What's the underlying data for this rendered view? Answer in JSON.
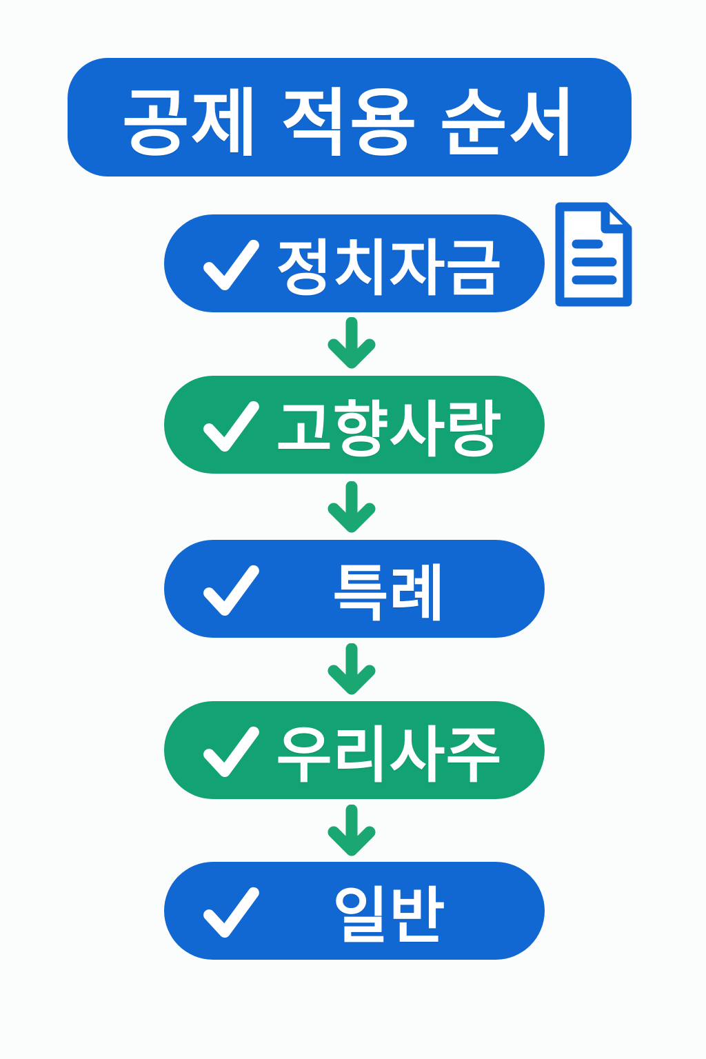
{
  "title": {
    "label": "공제 적용 순서"
  },
  "flow": {
    "steps": [
      {
        "label": "정치자금",
        "color": "blue",
        "checked": true,
        "has_document_icon": true
      },
      {
        "label": "고향사랑",
        "color": "green",
        "checked": true
      },
      {
        "label": "특례",
        "color": "blue",
        "checked": true
      },
      {
        "label": "우리사주",
        "color": "green",
        "checked": true
      },
      {
        "label": "일반",
        "color": "blue",
        "checked": true
      }
    ],
    "connector": "down-arrow",
    "step_count": 5
  },
  "icons": {
    "checkmark": "check",
    "arrow": "down-arrow",
    "document": "document-with-text-lines"
  },
  "colors": {
    "blue": "#1268d2",
    "green": "#13a274",
    "arrow": "#1aa771",
    "text": "#ffffff",
    "bg": "#fbfcfc"
  }
}
